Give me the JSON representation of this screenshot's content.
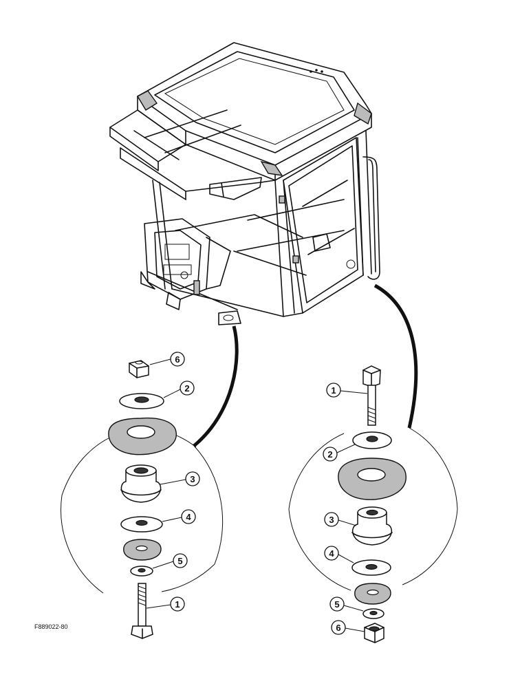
{
  "figure_code": "F889022-80",
  "callouts_left": [
    {
      "number": "6"
    },
    {
      "number": "2"
    },
    {
      "number": "3"
    },
    {
      "number": "4"
    },
    {
      "number": "5"
    },
    {
      "number": "1"
    }
  ],
  "callouts_right": [
    {
      "number": "1"
    },
    {
      "number": "2"
    },
    {
      "number": "3"
    },
    {
      "number": "4"
    },
    {
      "number": "5"
    },
    {
      "number": "6"
    }
  ],
  "colors": {
    "line": "#111111",
    "background": "#ffffff"
  }
}
